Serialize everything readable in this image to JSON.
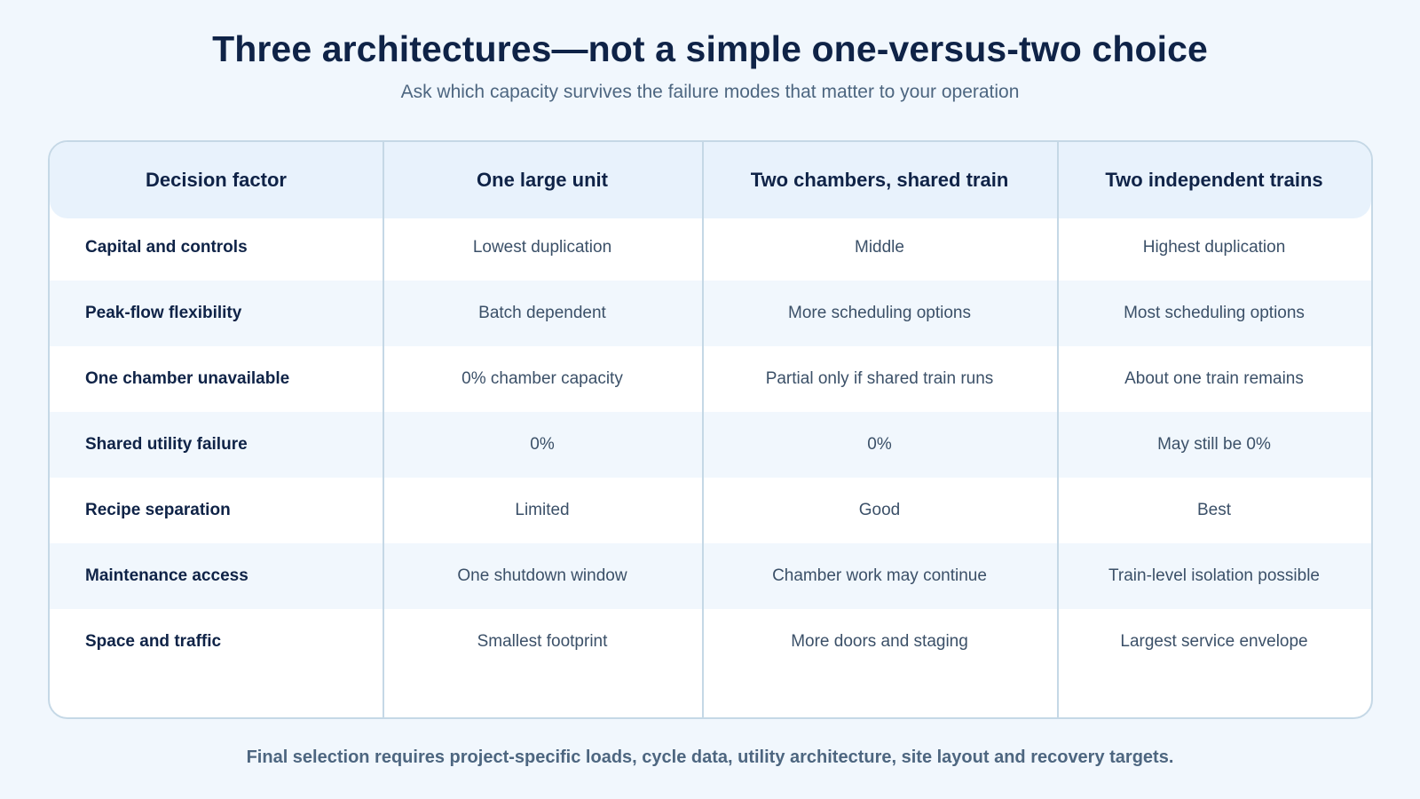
{
  "title": "Three architectures—not a simple one-versus-two choice",
  "subtitle": "Ask which capacity survives the failure modes that matter to your operation",
  "table": {
    "headers": [
      "Decision factor",
      "One large unit",
      "Two chambers, shared train",
      "Two independent trains"
    ],
    "rows": [
      [
        "Capital and controls",
        "Lowest duplication",
        "Middle",
        "Highest duplication"
      ],
      [
        "Peak-flow flexibility",
        "Batch dependent",
        "More scheduling options",
        "Most scheduling options"
      ],
      [
        "One chamber unavailable",
        "0% chamber capacity",
        "Partial only if shared train runs",
        "About one train remains"
      ],
      [
        "Shared utility failure",
        "0%",
        "0%",
        "May still be 0%"
      ],
      [
        "Recipe separation",
        "Limited",
        "Good",
        "Best"
      ],
      [
        "Maintenance access",
        "One shutdown window",
        "Chamber work may continue",
        "Train-level isolation possible"
      ],
      [
        "Space and traffic",
        "Smallest footprint",
        "More doors and staging",
        "Largest service envelope"
      ]
    ]
  },
  "footer": "Final selection requires project-specific loads, cycle data, utility architecture, site layout and recovery targets."
}
